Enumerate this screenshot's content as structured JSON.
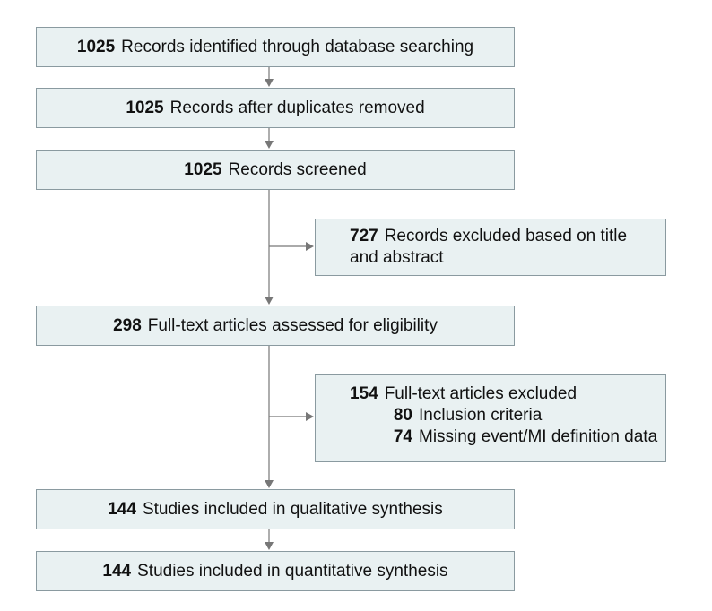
{
  "boxes": {
    "identified": {
      "count": "1025",
      "text": "Records identified through database searching"
    },
    "after_duplicates": {
      "count": "1025",
      "text": "Records after duplicates removed"
    },
    "screened": {
      "count": "1025",
      "text": "Records screened"
    },
    "excluded_title": {
      "count": "727",
      "text_line1": "Records excluded based on title",
      "text_line2": "and abstract"
    },
    "fulltext_assessed": {
      "count": "298",
      "text": "Full-text articles assessed for eligibility"
    },
    "fulltext_excluded": {
      "count": "154",
      "text": "Full-text articles excluded",
      "reasons": [
        {
          "count": "80",
          "text": "Inclusion criteria"
        },
        {
          "count": "74",
          "text": "Missing event/MI definition data"
        }
      ]
    },
    "qualitative": {
      "count": "144",
      "text": "Studies included in qualitative synthesis"
    },
    "quantitative": {
      "count": "144",
      "text": "Studies included in quantitative synthesis"
    }
  },
  "colors": {
    "box_fill": "#e9f1f2",
    "box_border": "#8a9aa0",
    "connector": "#777777"
  }
}
